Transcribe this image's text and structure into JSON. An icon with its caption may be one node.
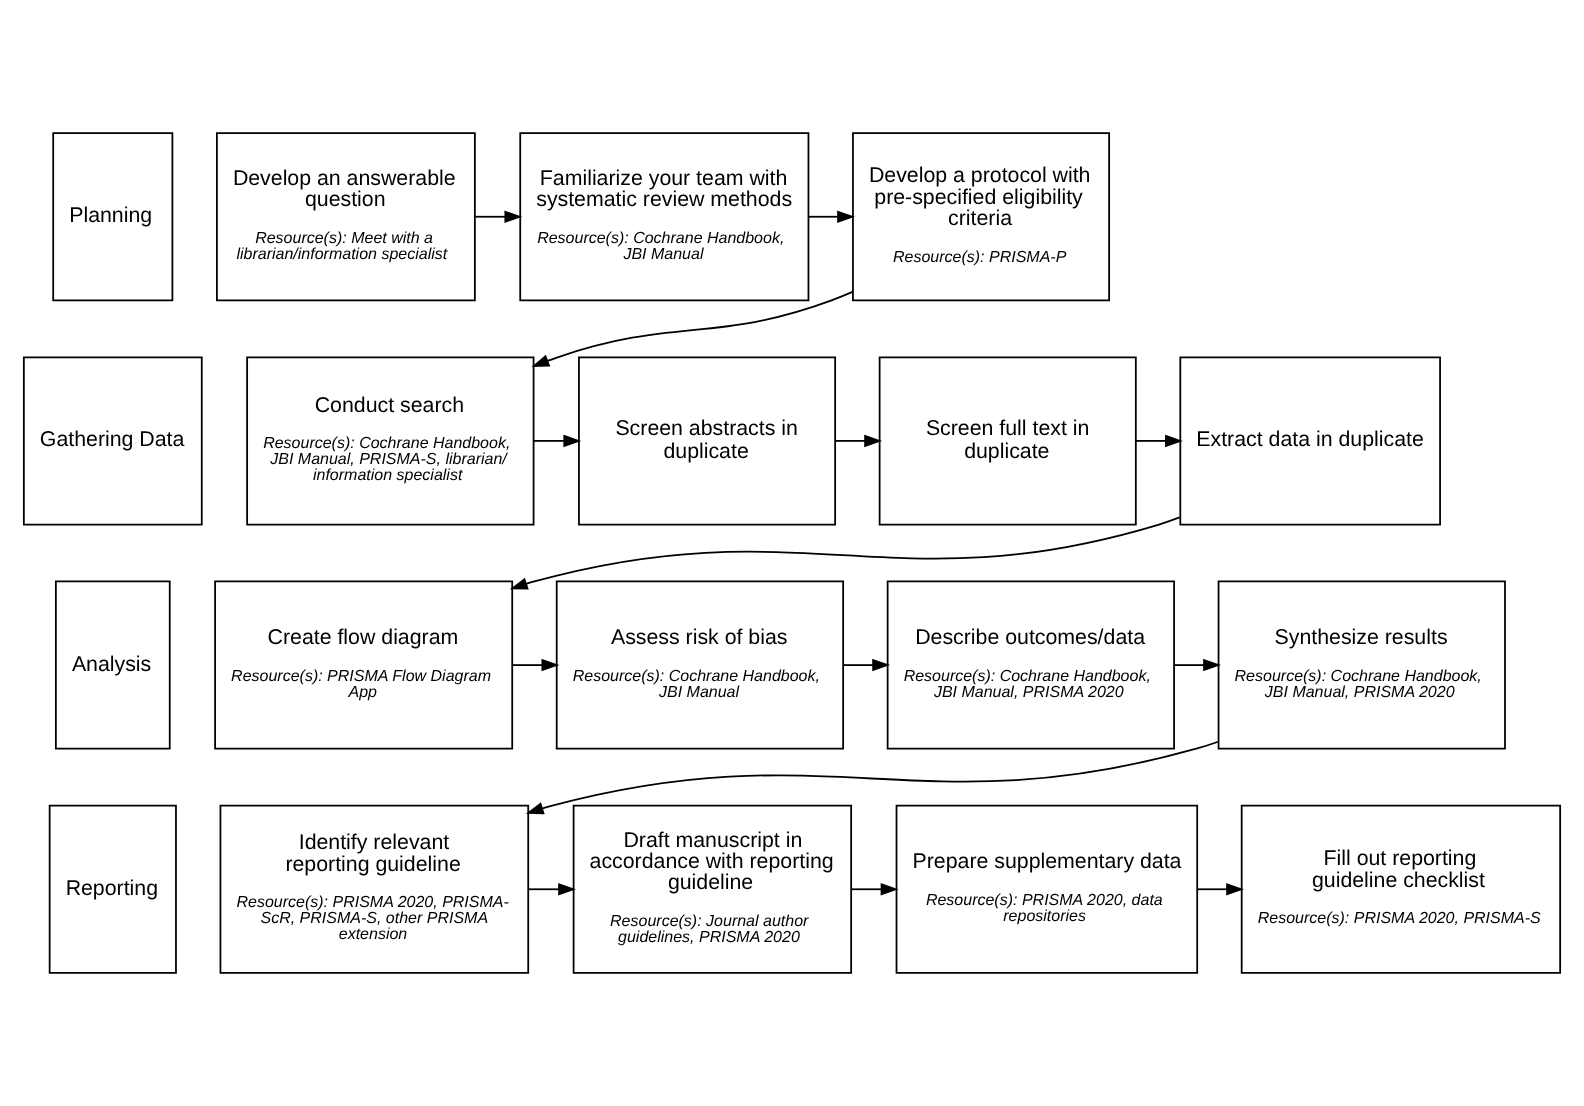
{
  "diagram": {
    "nodes": [
      {
        "text": [
          "Planning"
        ]
      },
      {
        "text": [
          "Develop an answerable question",
          "Resource(s): Meet with a librarian/information specialist"
        ]
      },
      {
        "text": [
          "Familiarize your team with systematic review methods",
          "Resource(s): Cochrane Handbook, JBI Manual"
        ]
      },
      {
        "text": [
          "Develop a protocol with pre-specified eligibility criteria",
          "Resource(s): PRISMA-P"
        ]
      },
      {
        "text": [
          "Gathering Data"
        ]
      },
      {
        "text": [
          "Conduct search",
          "Resource(s): Cochrane Handbook, JBI Manual, PRISMA-S, librarian/ information specialist"
        ]
      },
      {
        "text": [
          "Screen abstracts in duplicate"
        ]
      },
      {
        "text": [
          "Screen full text in duplicate"
        ]
      },
      {
        "text": [
          "Extract data in duplicate"
        ]
      },
      {
        "text": [
          "Analysis"
        ]
      },
      {
        "text": [
          "Create flow diagram",
          "Resource(s): PRISMA Flow Diagram App"
        ]
      },
      {
        "text": [
          "Assess risk of bias",
          "Resource(s): Cochrane Handbook, JBI Manual"
        ]
      },
      {
        "text": [
          "Describe outcomes/data",
          "Resource(s): Cochrane Handbook, JBI Manual, PRISMA 2020"
        ]
      },
      {
        "text": [
          "Synthesize results",
          "Resource(s): Cochrane Handbook, JBI Manual, PRISMA 2020"
        ]
      },
      {
        "text": [
          "Reporting"
        ]
      },
      {
        "text": [
          "Identify relevant reporting guideline",
          "Resource(s): PRISMA 2020, PRISMA-ScR, PRISMA-S, other PRISMA extension"
        ]
      },
      {
        "text": [
          "Draft manuscript in accordance with reporting guideline",
          "Resource(s): Journal author guidelines, PRISMA 2020"
        ]
      },
      {
        "text": [
          "Prepare supplementary data",
          "Resource(s): PRISMA 2020, data repositories"
        ]
      },
      {
        "text": [
          "Fill out reporting guideline checklist",
          "Resource(s): PRISMA 2020, PRISMA-S"
        ]
      }
    ],
    "edges": [
      {
        "from": 1,
        "to": 2,
        "arrow": "to"
      },
      {
        "from": 2,
        "to": 3,
        "arrow": "to"
      },
      {
        "from": 3,
        "to": 5,
        "arrow": "to"
      },
      {
        "from": 5,
        "to": 6,
        "arrow": "to"
      },
      {
        "from": 6,
        "to": 7,
        "arrow": "to"
      },
      {
        "from": 7,
        "to": 8,
        "arrow": "to"
      },
      {
        "from": 8,
        "to": 10,
        "arrow": "to"
      },
      {
        "from": 10,
        "to": 11,
        "arrow": "to"
      },
      {
        "from": 11,
        "to": 12,
        "arrow": "to"
      },
      {
        "from": 12,
        "to": 13,
        "arrow": "to"
      },
      {
        "from": 13,
        "to": 15,
        "arrow": "to"
      },
      {
        "from": 15,
        "to": 16,
        "arrow": "to"
      },
      {
        "from": 16,
        "to": 17,
        "arrow": "to"
      },
      {
        "from": 17,
        "to": 18,
        "arrow": "to"
      }
    ]
  }
}
